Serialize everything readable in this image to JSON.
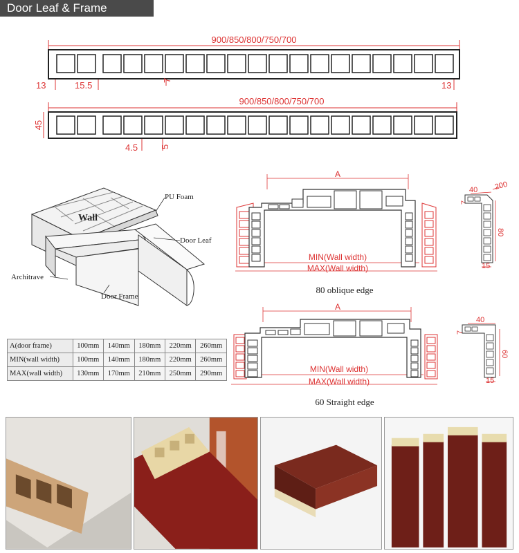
{
  "header": {
    "title": "Door Leaf & Frame"
  },
  "profile_top": {
    "width_label": "900/850/800/750/700",
    "left_dim": "13",
    "gap_dim": "15.5",
    "wall_dim": "7",
    "right_dim": "13"
  },
  "profile_bottom": {
    "width_label": "900/850/800/750/700",
    "height_dim": "45",
    "gap_dim": "4.5",
    "wall_dim": "5"
  },
  "install": {
    "pu_foam": "PU Foam",
    "wall": "Wall",
    "door_leaf": "Door Leaf",
    "architrave": "Architrave",
    "door_frame": "Door Frame"
  },
  "frame_oblique": {
    "a_label": "A",
    "min_label": "MIN(Wall width)",
    "max_label": "MAX(Wall width)",
    "caption": "80 oblique edge"
  },
  "arch_oblique": {
    "w1": "40",
    "w2": "200",
    "h1": "7",
    "h2": "80",
    "b": "15"
  },
  "frame_straight": {
    "a_label": "A",
    "min_label": "MIN(Wall width)",
    "max_label": "MAX(Wall width)",
    "caption": "60 Straight edge"
  },
  "arch_straight": {
    "w1": "40",
    "h1": "7",
    "h2": "60",
    "b": "15"
  },
  "table": {
    "rows": [
      [
        "A(door frame)",
        "100mm",
        "140mm",
        "180mm",
        "220mm",
        "260mm"
      ],
      [
        "MIN(wall width)",
        "100mm",
        "140mm",
        "180mm",
        "220mm",
        "260mm"
      ],
      [
        "MAX(wall width)",
        "130mm",
        "170mm",
        "210mm",
        "250mm",
        "290mm"
      ]
    ]
  }
}
